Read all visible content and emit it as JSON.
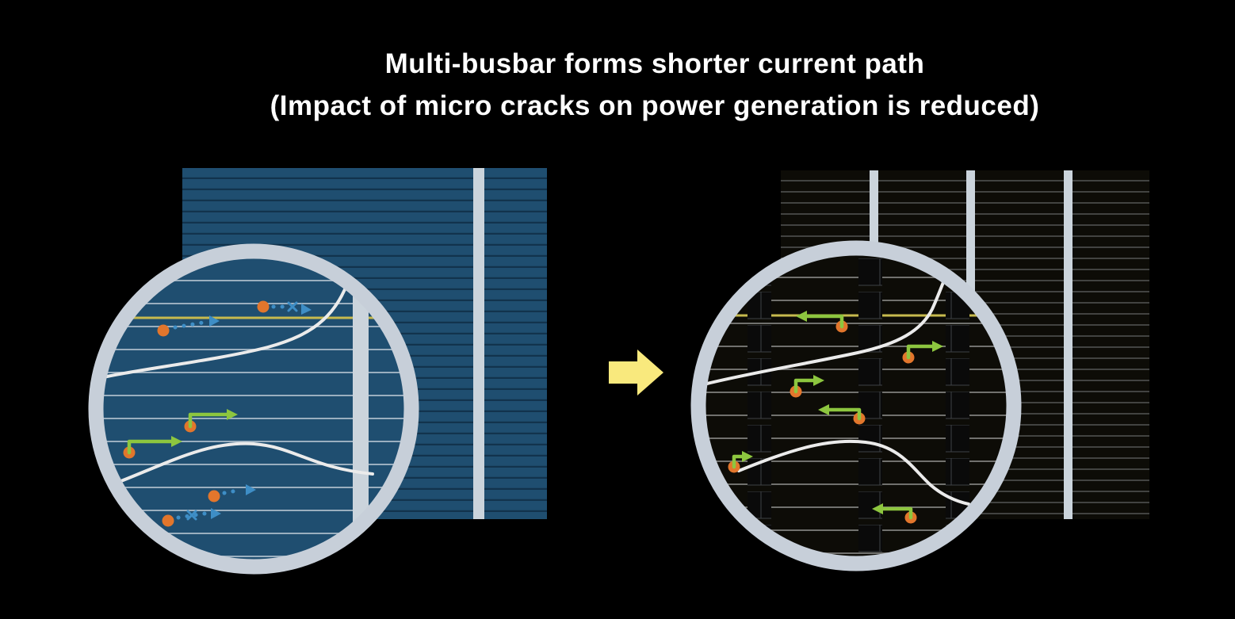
{
  "title": {
    "line1": "Multi-busbar forms shorter current path",
    "line2": "(Impact of micro cracks on power generation is reduced)"
  },
  "colors": {
    "background": "#000000",
    "title_text": "#ffffff",
    "cell_blue": "#1f4e70",
    "cell_blue_finger": "rgba(8,30,48,0.55)",
    "cell_black": "#0d0c07",
    "cell_black_finger": "rgba(190,195,200,0.30)",
    "busbar": "#cbd4dc",
    "magnifier_ring": "#c7cfd9",
    "zoom_line_left": "rgba(255,255,255,0.55)",
    "zoom_line_right": "rgba(235,235,235,0.45)",
    "zoom_busbar_dark": "#0a0a0a",
    "crack": "#ebebeb",
    "interconnect_yellow": "#c7ba4e",
    "transition_arrow": "#f9e97d",
    "electron_dot": "#e2762c",
    "current_green": "#8dc63f",
    "current_blue": "#3e8ec6"
  },
  "left_cell": {
    "visible_busbars": 1
  },
  "right_cell": {
    "visible_busbars": 3
  }
}
